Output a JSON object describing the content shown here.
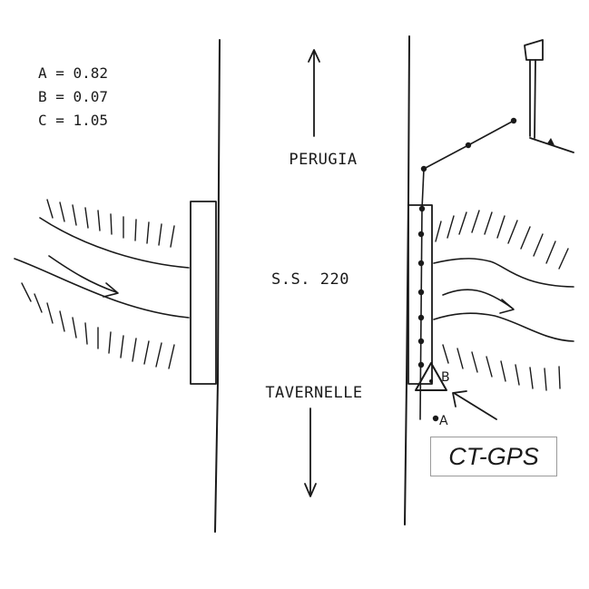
{
  "legend": [
    {
      "key": "A",
      "value": "0.82",
      "text": "A = 0.82"
    },
    {
      "key": "B",
      "value": "0.07",
      "text": "B = 0.07"
    },
    {
      "key": "C",
      "value": "1.05",
      "text": "C = 1.05"
    }
  ],
  "road": {
    "north": "PERUGIA",
    "name": "S.S. 220",
    "south": "TAVERNELLE"
  },
  "points": {
    "a": "A",
    "b": "B"
  },
  "station": "CT-GPS"
}
